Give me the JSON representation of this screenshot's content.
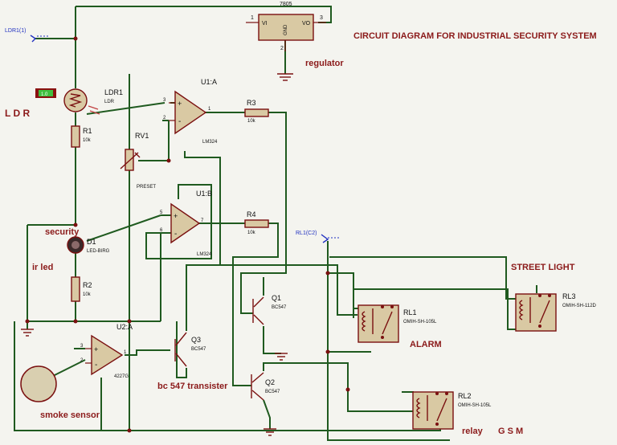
{
  "title": "CIRCUIT DIAGRAM FOR INDUSTRIAL SECURITY SYSTEM",
  "labels": {
    "ldr": "L D R",
    "security": "security",
    "ir_led": "ir led",
    "regulator": "regulator",
    "street_light": "STREET LIGHT",
    "alarm": "ALARM",
    "relay": "relay",
    "gsm": "G S M",
    "transistor": "bc 547 transister",
    "smoke_sensor": "smoke sensor"
  },
  "probes": {
    "ldr": "LDR1(1)",
    "rl1": "RL1(C2)",
    "meter": "1.0"
  },
  "components": {
    "reg_name": "7805",
    "reg_vi": "VI",
    "reg_vo": "VO",
    "reg_gnd": "GND",
    "reg_p1": "1",
    "reg_p2": "2",
    "reg_p3": "3",
    "ldr_ref": "LDR1",
    "ldr_val": "LDR",
    "r1_ref": "R1",
    "r1_val": "10k",
    "r2_ref": "R2",
    "r2_val": "10k",
    "r3_ref": "R3",
    "r3_val": "10k",
    "r4_ref": "R4",
    "r4_val": "10k",
    "rv1_ref": "RV1",
    "rv1_val": "PRESET",
    "u1a_ref": "U1:A",
    "u1a_val": "LM324",
    "u1b_ref": "U1:B",
    "u1b_val": "LM324",
    "u2a_ref": "U2:A",
    "u2a_val": "4227G",
    "d1_ref": "D1",
    "d1_val": "LED-BIRG",
    "q1_ref": "Q1",
    "q1_val": "BC547",
    "q2_ref": "Q2",
    "q2_val": "BC547",
    "q3_ref": "Q3",
    "q3_val": "BC547",
    "rl1_ref": "RL1",
    "rl1_val": "OMIH-SH-105L",
    "rl2_ref": "RL2",
    "rl2_val": "OMIH-SH-105L",
    "rl3_ref": "RL3",
    "rl3_val": "OMIH-SH-112D",
    "pin_plus": "+",
    "pin_minus": "-",
    "ua_p1": "1",
    "ua_p2": "2",
    "ua_p3": "3",
    "ub_p5": "5",
    "ub_p6": "6",
    "ub_p7": "7",
    "u2_p1": "1",
    "u2_p2": "2",
    "u2_p3": "3"
  }
}
